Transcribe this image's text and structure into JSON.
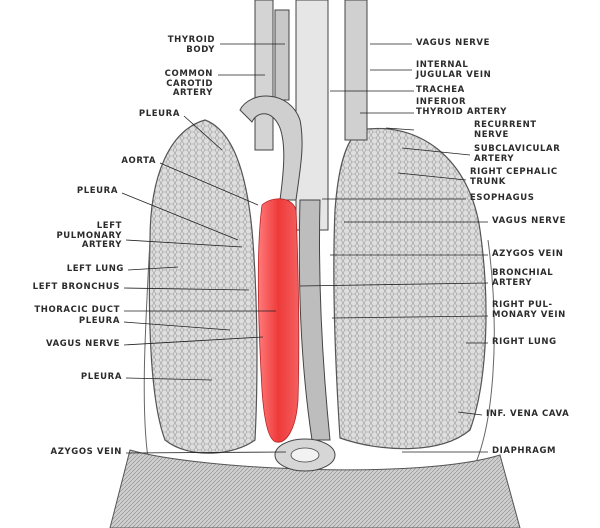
{
  "labels": {
    "thyroid_body": "THYROID\nBODY",
    "common_carotid_artery": "COMMON\nCAROTID\nARTERY",
    "pleura_1": "PLEURA",
    "aorta": "AORTA",
    "pleura_2": "PLEURA",
    "left_pulmonary_artery": "LEFT\nPULMONARY\nARTERY",
    "left_lung": "LEFT LUNG",
    "left_bronchus": "LEFT BRONCHUS",
    "thoracic_duct": "THORACIC DUCT",
    "pleura_3": "PLEURA",
    "vagus_nerve_left": "VAGUS NERVE",
    "pleura_4": "PLEURA",
    "azygos_vein_bottom": "AZYGOS VEIN",
    "vagus_nerve_top": "VAGUS NERVE",
    "internal_jugular_vein": "INTERNAL\nJUGULAR VEIN",
    "trachea": "TRACHEA",
    "inferior_thyroid_artery": "INFERIOR\nTHYROID ARTERY",
    "recurrent_nerve": "RECURRENT\nNERVE",
    "subclavicular_artery": "SUBCLAVICULAR\nARTERY",
    "right_cephalic_trunk": "RIGHT CEPHALIC\nTRUNK",
    "esophagus": "ESOPHAGUS",
    "vagus_nerve_right": "VAGUS NERVE",
    "azygos_vein_right": "AZYGOS VEIN",
    "bronchial_artery": "BRONCHIAL\nARTERY",
    "right_pulmonary_vein": "RIGHT PUL-\nMONARY VEIN",
    "right_lung": "RIGHT LUNG",
    "inf_vena_cava": "INF. VENA CAVA",
    "diaphragm": "DIAPHRAGM"
  },
  "colors": {
    "highlight": "#ee3a3a",
    "ink": "#2b2b2b",
    "tissue": "#d8d8d8"
  }
}
